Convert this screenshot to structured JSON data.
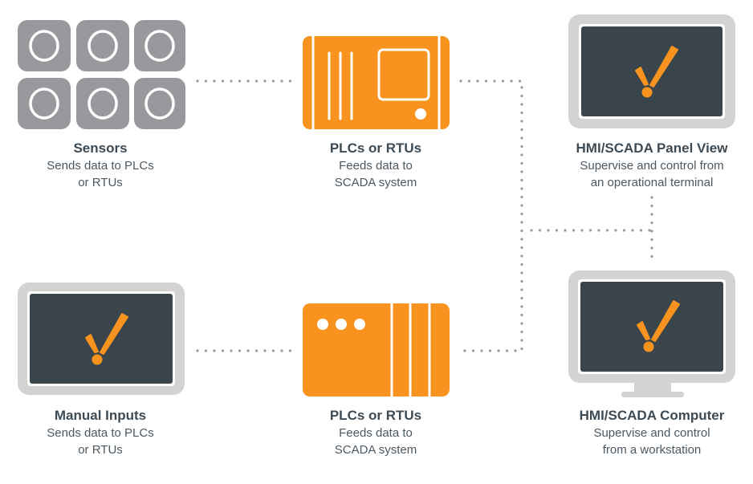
{
  "colors": {
    "orange": "#f7931e",
    "gray": "#97999c",
    "monitor_frame": "#d3d3d3",
    "screen": "#3a454b",
    "text": "#3e4b55",
    "dots": "#9a9a9a"
  },
  "nodes": {
    "sensors": {
      "title": "Sensors",
      "line1": "Sends data to PLCs",
      "line2": "or RTUs"
    },
    "plc_top": {
      "title": "PLCs or RTUs",
      "line1": "Feeds data to",
      "line2": "SCADA system"
    },
    "hmi_panel": {
      "title": "HMI/SCADA Panel View",
      "line1": "Supervise and control from",
      "line2": "an operational terminal"
    },
    "manual_inputs": {
      "title": "Manual Inputs",
      "line1": "Sends data to PLCs",
      "line2": "or RTUs"
    },
    "plc_bottom": {
      "title": "PLCs or RTUs",
      "line1": "Feeds data to",
      "line2": "SCADA system"
    },
    "hmi_computer": {
      "title": "HMI/SCADA Computer",
      "line1": "Supervise and control",
      "line2": "from a workstation"
    }
  }
}
